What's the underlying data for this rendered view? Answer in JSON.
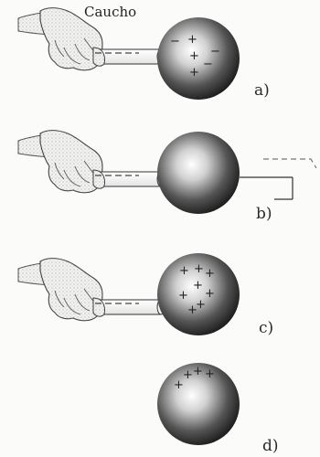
{
  "rod_material": "Caucho",
  "panels": [
    {
      "label": "a)",
      "charges": [
        "+",
        "+",
        "+",
        "−",
        "−",
        "−"
      ]
    },
    {
      "label": "b)",
      "charges": []
    },
    {
      "label": "c)",
      "charges": [
        "+",
        "+",
        "+",
        "+",
        "+",
        "+",
        "+",
        "+"
      ]
    },
    {
      "label": "d)",
      "charges": [
        "+",
        "+",
        "+",
        "+"
      ]
    }
  ],
  "colors": {
    "sphere_center": "#ffffff",
    "sphere_edge": "#1e1e1e",
    "ink": "#222222"
  }
}
